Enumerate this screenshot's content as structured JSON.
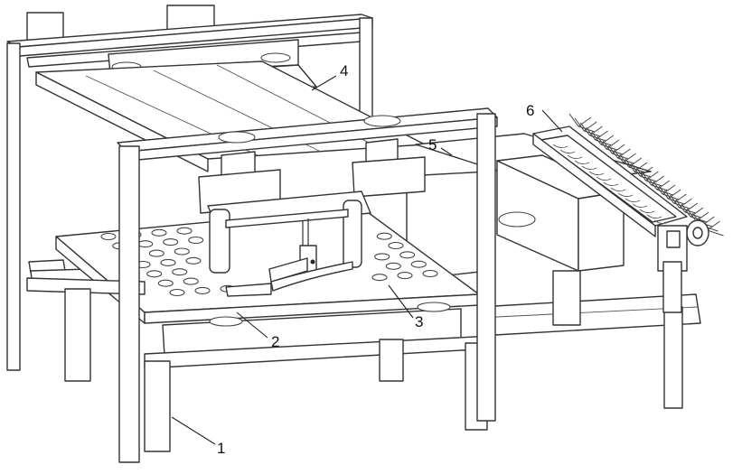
{
  "labels": [
    {
      "id": "1",
      "text": "1"
    },
    {
      "id": "2",
      "text": "2"
    },
    {
      "id": "3",
      "text": "3"
    },
    {
      "id": "4",
      "text": "4"
    },
    {
      "id": "5",
      "text": "5"
    },
    {
      "id": "6",
      "text": "6"
    }
  ],
  "colors": {
    "line": "#333333",
    "background": "#ffffff"
  }
}
